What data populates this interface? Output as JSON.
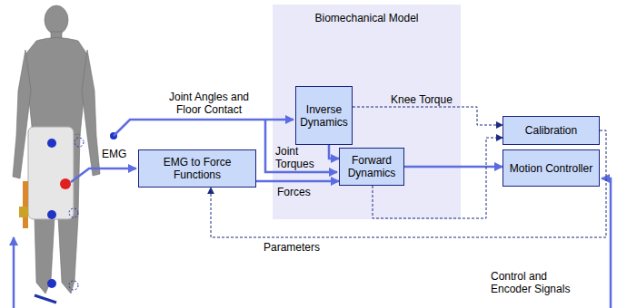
{
  "diagram": {
    "nodes": [
      {
        "text": [
          "Biomechanical Model"
        ]
      },
      {
        "text": [
          "Inverse Dynamics"
        ],
        "in": 0
      },
      {
        "text": [
          "Forward Dynamics"
        ],
        "in": 0
      },
      {
        "text": [
          "EMG to Force Functions"
        ]
      },
      {
        "text": [
          "Calibration"
        ]
      },
      {
        "text": [
          "Motion Controller"
        ]
      }
    ],
    "edges": [
      {
        "from": 1,
        "to": 4,
        "label": "Knee Torque",
        "arrow": "to"
      },
      {
        "from": 1,
        "to": 2,
        "label": "Joint Torques",
        "arrow": "to"
      },
      {
        "from": 3,
        "to": 2,
        "label": "Forces",
        "arrow": "to"
      },
      {
        "from": 2,
        "to": 5,
        "arrow": "to"
      },
      {
        "from": 4,
        "to": 3,
        "label": "Parameters",
        "arrow": "to"
      },
      {
        "from": 2,
        "to": 4,
        "arrow": "to"
      }
    ],
    "labels": [
      "Joint Angles and Floor Contact",
      "EMG",
      "Control and Encoder Signals"
    ]
  }
}
